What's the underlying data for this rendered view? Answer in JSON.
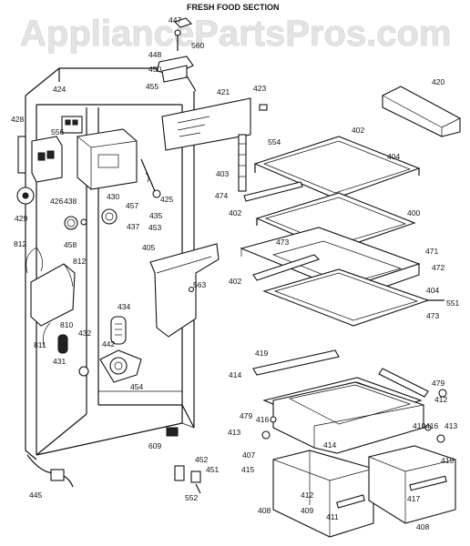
{
  "title": "FRESH FOOD SECTION",
  "watermark": "AppliancePartsPros.com",
  "callouts": [
    {
      "id": "c447",
      "text": "447"
    },
    {
      "id": "c560",
      "text": "560"
    },
    {
      "id": "c448",
      "text": "448"
    },
    {
      "id": "c450",
      "text": "450"
    },
    {
      "id": "c420",
      "text": "420"
    },
    {
      "id": "c424",
      "text": "424"
    },
    {
      "id": "c455",
      "text": "455"
    },
    {
      "id": "c421",
      "text": "421"
    },
    {
      "id": "c423",
      "text": "423"
    },
    {
      "id": "c428",
      "text": "428"
    },
    {
      "id": "c556",
      "text": "556"
    },
    {
      "id": "c402a",
      "text": "402"
    },
    {
      "id": "c554",
      "text": "554"
    },
    {
      "id": "c404a",
      "text": "404"
    },
    {
      "id": "c403",
      "text": "403"
    },
    {
      "id": "c425",
      "text": "425"
    },
    {
      "id": "c426",
      "text": "426"
    },
    {
      "id": "c430",
      "text": "430"
    },
    {
      "id": "c457",
      "text": "457"
    },
    {
      "id": "c435",
      "text": "435"
    },
    {
      "id": "c474",
      "text": "474"
    },
    {
      "id": "c429",
      "text": "429"
    },
    {
      "id": "c438",
      "text": "438"
    },
    {
      "id": "c437",
      "text": "437"
    },
    {
      "id": "c453",
      "text": "453"
    },
    {
      "id": "c402b",
      "text": "402"
    },
    {
      "id": "c400",
      "text": "400"
    },
    {
      "id": "c458",
      "text": "458"
    },
    {
      "id": "c812a",
      "text": "812"
    },
    {
      "id": "c405",
      "text": "405"
    },
    {
      "id": "c473a",
      "text": "473"
    },
    {
      "id": "c471",
      "text": "471"
    },
    {
      "id": "c812b",
      "text": "812"
    },
    {
      "id": "c472",
      "text": "472"
    },
    {
      "id": "c402c",
      "text": "402"
    },
    {
      "id": "c563",
      "text": "563"
    },
    {
      "id": "c404b",
      "text": "404"
    },
    {
      "id": "c551",
      "text": "551"
    },
    {
      "id": "c434",
      "text": "434"
    },
    {
      "id": "c473b",
      "text": "473"
    },
    {
      "id": "c810",
      "text": "810"
    },
    {
      "id": "c811",
      "text": "811"
    },
    {
      "id": "c432",
      "text": "432"
    },
    {
      "id": "c442",
      "text": "442"
    },
    {
      "id": "c419",
      "text": "419"
    },
    {
      "id": "c431",
      "text": "431"
    },
    {
      "id": "c414a",
      "text": "414"
    },
    {
      "id": "c479a",
      "text": "479"
    },
    {
      "id": "c412a",
      "text": "412"
    },
    {
      "id": "c454",
      "text": "454"
    },
    {
      "id": "c479b",
      "text": "479"
    },
    {
      "id": "c416a",
      "text": "416"
    },
    {
      "id": "c410",
      "text": "410"
    },
    {
      "id": "c413a",
      "text": "413"
    },
    {
      "id": "c416b",
      "text": "416"
    },
    {
      "id": "c413b",
      "text": "413"
    },
    {
      "id": "c609",
      "text": "609"
    },
    {
      "id": "c414b",
      "text": "414"
    },
    {
      "id": "c407",
      "text": "407"
    },
    {
      "id": "c415a",
      "text": "415"
    },
    {
      "id": "c415b",
      "text": "415"
    },
    {
      "id": "c452",
      "text": "452"
    },
    {
      "id": "c451",
      "text": "451"
    },
    {
      "id": "c552",
      "text": "552"
    },
    {
      "id": "c445",
      "text": "445"
    },
    {
      "id": "c412b",
      "text": "412"
    },
    {
      "id": "c409",
      "text": "409"
    },
    {
      "id": "c417",
      "text": "417"
    },
    {
      "id": "c411",
      "text": "411"
    },
    {
      "id": "c408a",
      "text": "408"
    },
    {
      "id": "c408b",
      "text": "408"
    }
  ]
}
